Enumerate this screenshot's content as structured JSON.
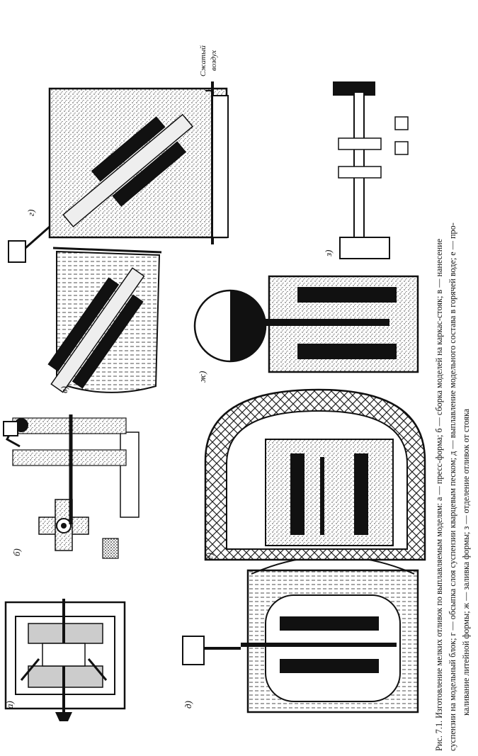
{
  "figure": {
    "panel_labels": {
      "a": "а)",
      "b": "б)",
      "v": "в)",
      "g": "г)",
      "d": "д)",
      "e": "е)",
      "zh": "ж)",
      "z": "з)"
    },
    "air_label_1": "Сжатый",
    "air_label_2": "воздух",
    "caption": {
      "line1": "Рис. 7.1. Изготовление мелких отливок по выплавляемым моделям: а — пресс-форма; б — сборка моделей на каркас-стояк; в — нанесение",
      "line2": "суспензии на модельный блок; г — обсыпка слоя суспензии кварцевым песком; д — выплавление модельного состава в горячей воде; е — про-",
      "line3": "каливание литейной формы; ж — заливка формы; з — отделение отливок от стояка"
    }
  }
}
